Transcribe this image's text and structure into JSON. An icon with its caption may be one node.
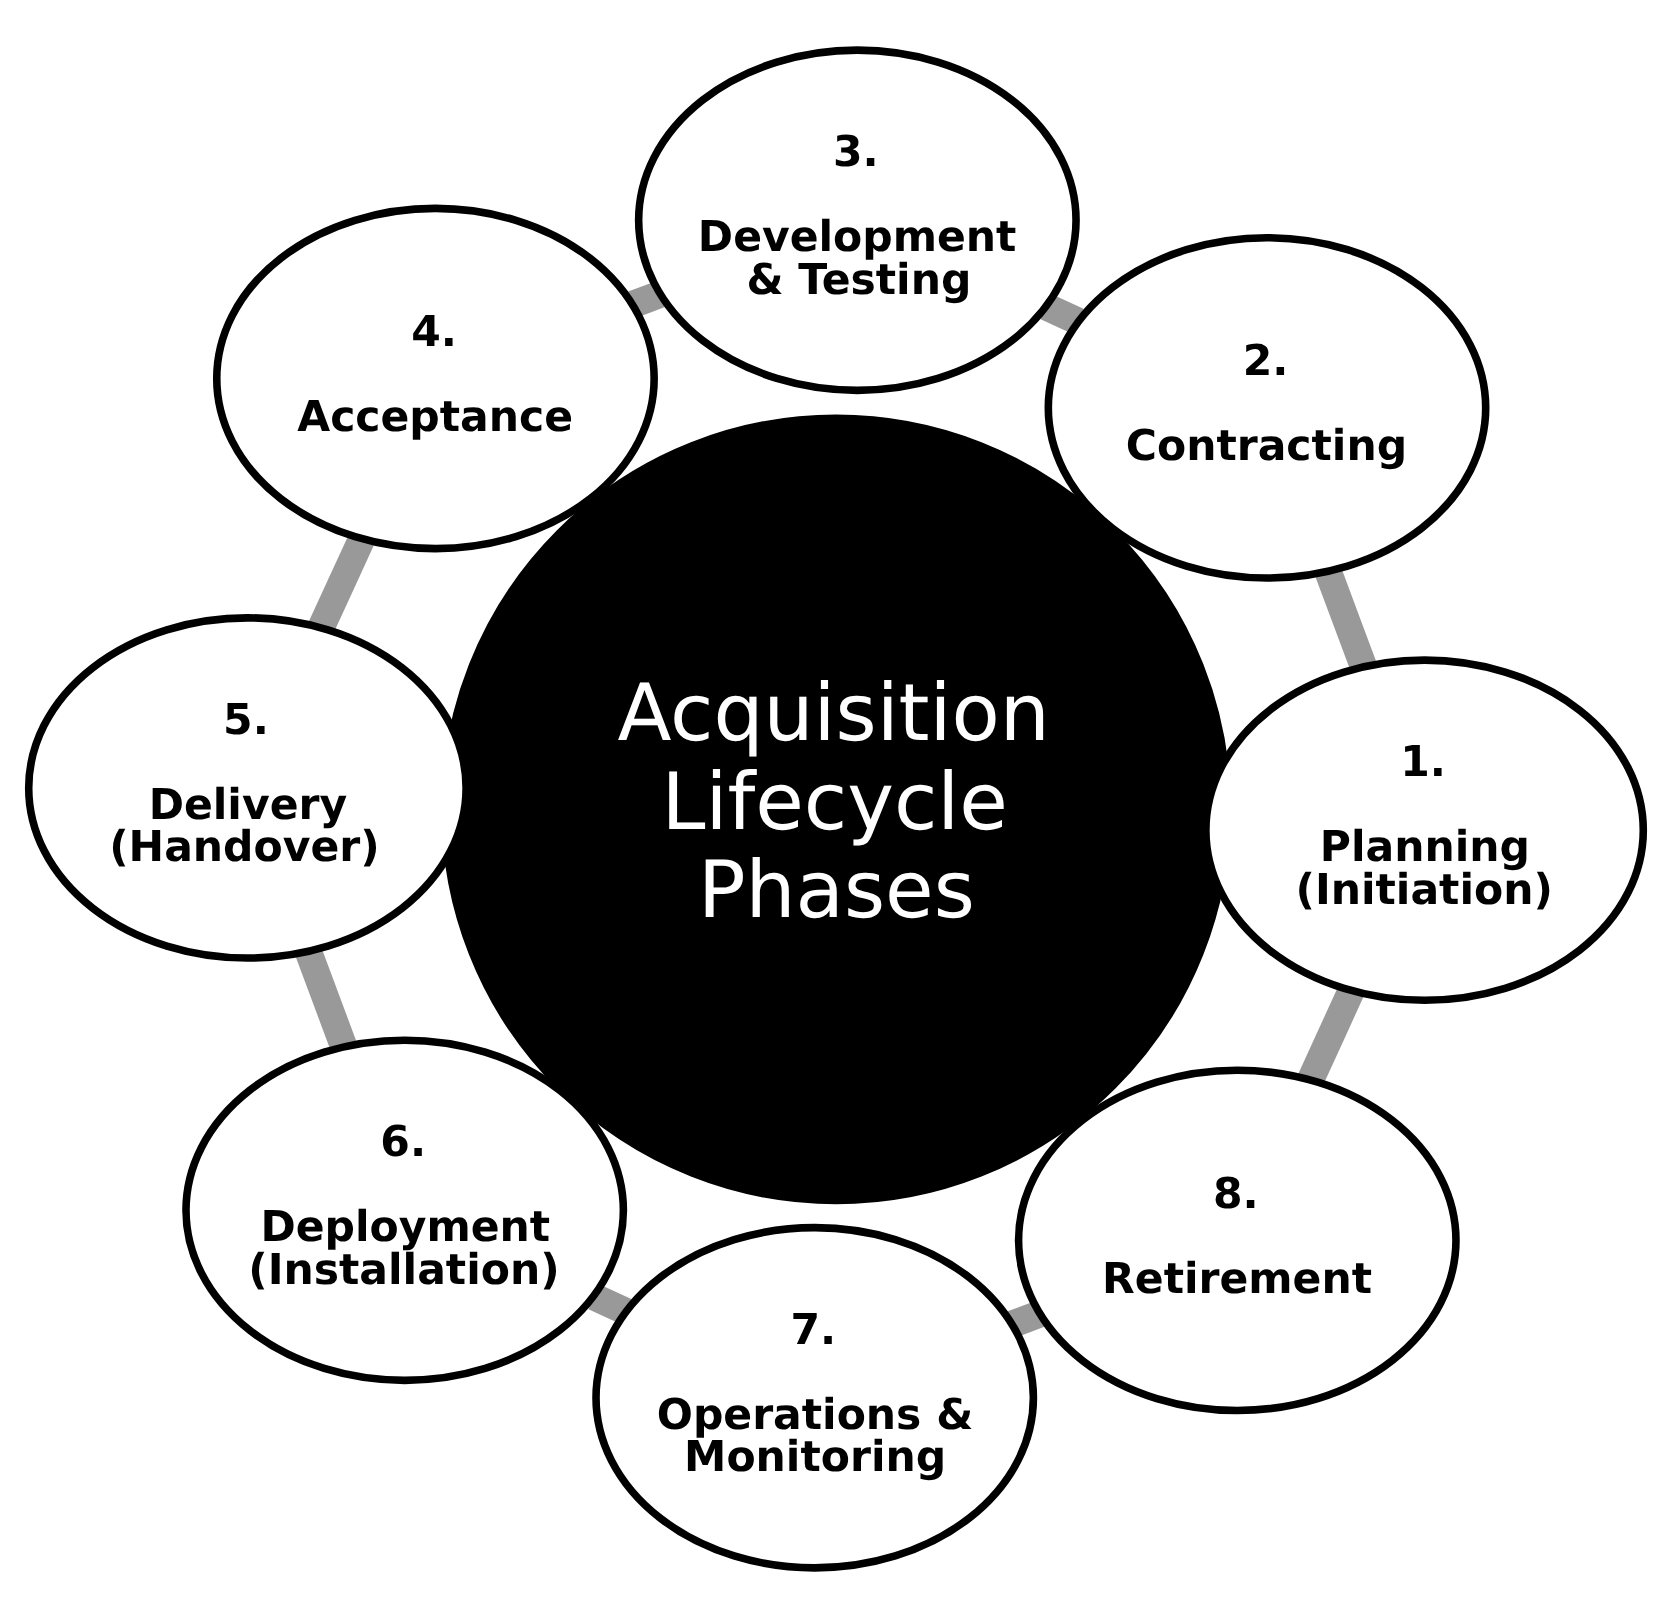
{
  "diagram": {
    "nodes": [
      {
        "text": [
          "Acquisition Lifecycle Phases"
        ]
      },
      {
        "text": [
          "1.",
          "Planning (Initiation)"
        ]
      },
      {
        "text": [
          "2.",
          "Contracting"
        ]
      },
      {
        "text": [
          "3.",
          "Development & Testing"
        ]
      },
      {
        "text": [
          "4.",
          "Acceptance"
        ]
      },
      {
        "text": [
          "5.",
          "Delivery (Handover)"
        ]
      },
      {
        "text": [
          "6.",
          "Deployment (Installation)"
        ]
      },
      {
        "text": [
          "7.",
          "Operations & Monitoring"
        ]
      },
      {
        "text": [
          "8.",
          "Retirement"
        ]
      }
    ],
    "edges": [
      {
        "from": 1,
        "to": 2,
        "arrow": "none"
      },
      {
        "from": 2,
        "to": 3,
        "arrow": "none"
      },
      {
        "from": 3,
        "to": 4,
        "arrow": "none"
      },
      {
        "from": 4,
        "to": 5,
        "arrow": "none"
      },
      {
        "from": 5,
        "to": 6,
        "arrow": "none"
      },
      {
        "from": 6,
        "to": 7,
        "arrow": "none"
      },
      {
        "from": 7,
        "to": 8,
        "arrow": "none"
      },
      {
        "from": 8,
        "to": 1,
        "arrow": "none"
      }
    ]
  }
}
